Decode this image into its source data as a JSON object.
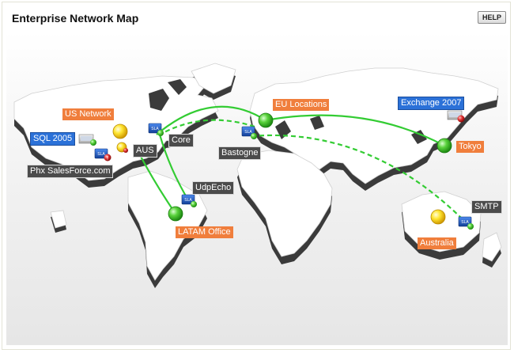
{
  "header": {
    "title": "Enterprise Network Map",
    "help_label": "HELP"
  },
  "labels": {
    "us_network": "US Network",
    "sql_2005": "SQL 2005",
    "aus": "AUS",
    "core": "Core",
    "phx": "Phx SalesForce.com",
    "udpecho": "UdpEcho",
    "latam": "LATAM Office",
    "eu_locations": "EU Locations",
    "bastogne": "Bastogne",
    "exchange_2007": "Exchange 2007",
    "tokyo": "Tokyo",
    "smtp": "SMTP",
    "australia": "Australia"
  },
  "colors": {
    "orange_label": "#f07e3c",
    "blue_label": "#2b71d8",
    "dark_label": "#4b4b4b",
    "link_green": "#33cc33",
    "status_ok": "#33b533",
    "status_warning": "#f2d21e",
    "status_error": "#d82424",
    "land_top": "#ffffff",
    "land_side": "#3a3a3a"
  },
  "status": {
    "us_network": "warning",
    "aus": "warning",
    "latam": "ok",
    "eu_locations": "ok",
    "tokyo": "ok",
    "australia": "warning"
  },
  "services": {
    "sql_2005": "ok",
    "phx": "error",
    "core": "ok",
    "udpecho": "ok",
    "bastogne": "ok",
    "exchange_2007": "error",
    "smtp": "ok"
  }
}
